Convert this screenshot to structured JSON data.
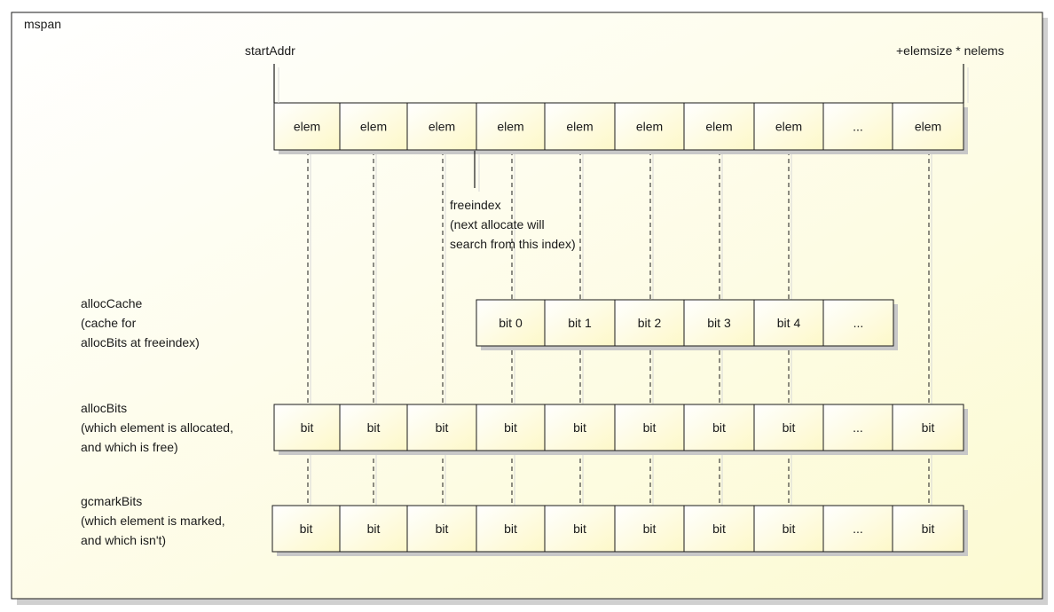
{
  "frame": {
    "title": "mspan"
  },
  "start_label": "startAddr",
  "end_label": "+elemsize * nelems",
  "freeindex": {
    "lines": [
      "freeindex",
      "(next allocate will",
      "search from this index)"
    ]
  },
  "rows": [
    {
      "id": "elems",
      "label_lines": [],
      "cells": [
        "elem",
        "elem",
        "elem",
        "elem",
        "elem",
        "elem",
        "elem",
        "elem",
        "...",
        "elem"
      ]
    },
    {
      "id": "allocCache",
      "label_lines": [
        "allocCache",
        "(cache for",
        "allocBits at freeindex)"
      ],
      "cells": [
        "bit 0",
        "bit 1",
        "bit 2",
        "bit 3",
        "bit 4",
        "..."
      ]
    },
    {
      "id": "allocBits",
      "label_lines": [
        "allocBits",
        "(which element is allocated,",
        "and which is free)"
      ],
      "cells": [
        "bit",
        "bit",
        "bit",
        "bit",
        "bit",
        "bit",
        "bit",
        "bit",
        "...",
        "bit"
      ]
    },
    {
      "id": "gcmarkBits",
      "label_lines": [
        "gcmarkBits",
        "(which element is marked,",
        "and which isn't)"
      ],
      "cells": [
        "bit",
        "bit",
        "bit",
        "bit",
        "bit",
        "bit",
        "bit",
        "bit",
        "...",
        "bit"
      ]
    }
  ],
  "colors": {
    "frame_fill_start": "#ffffff",
    "frame_fill_end": "#fcfad2",
    "cell_fill_start": "#ffffff",
    "cell_fill_end": "#fdf8c8",
    "stroke": "#1a1a1a",
    "shadow": "#c8c8c8"
  }
}
